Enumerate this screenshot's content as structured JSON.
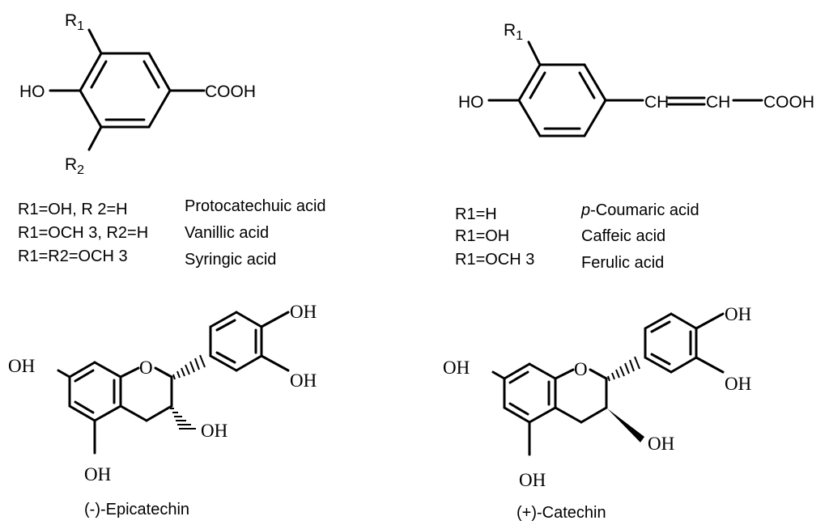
{
  "benzoic": {
    "r1": "R",
    "r1_sub": "1",
    "r2": "R",
    "r2_sub": "2",
    "ho": "HO",
    "cooh": "COOH",
    "rows": [
      {
        "sub": "R1=OH, R 2=H",
        "name": "Protocatechuic acid"
      },
      {
        "sub": "R1=OCH 3, R2=H",
        "name": "Vanillic acid"
      },
      {
        "sub": "R1=R2=OCH 3",
        "name": "Syringic acid"
      }
    ]
  },
  "cinnamic": {
    "r1": "R",
    "r1_sub": "1",
    "ho": "HO",
    "ch1": "CH",
    "ch2": "CH",
    "cooh": "COOH",
    "rows": [
      {
        "sub": "R1=H",
        "name_italic": "p",
        "name": "-Coumaric acid"
      },
      {
        "sub": "R1=OH",
        "name_italic": "",
        "name": "Caffeic acid"
      },
      {
        "sub": "R1=OCH 3",
        "name_italic": "",
        "name": "Ferulic acid"
      }
    ]
  },
  "epicatechin": {
    "oh_7": "OH",
    "o_ring": "O",
    "oh_4p": "OH",
    "oh_3p": "OH",
    "oh_3": "OH",
    "oh_5": "OH",
    "caption": "(-)-Epicatechin"
  },
  "catechin": {
    "oh_7": "OH",
    "o_ring": "O",
    "oh_4p": "OH",
    "oh_3p": "OH",
    "oh_3": "OH",
    "oh_5": "OH",
    "caption": "(+)-Catechin"
  }
}
